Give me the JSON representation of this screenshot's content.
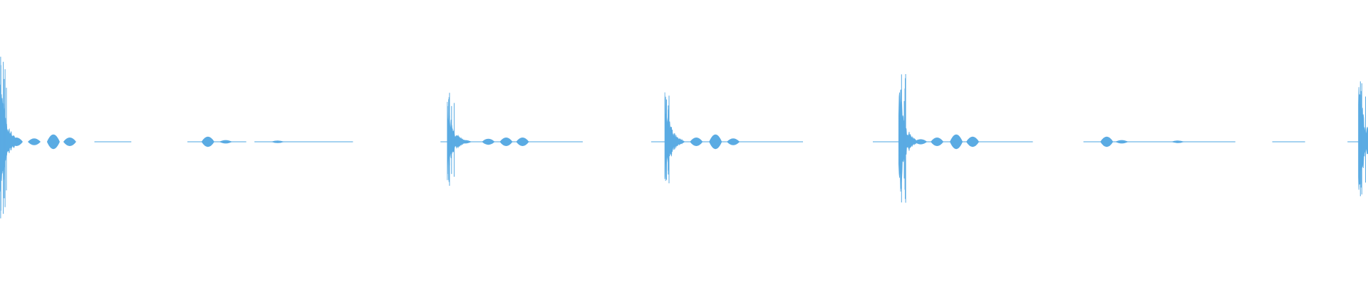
{
  "waveform": {
    "color": "#5aabe3",
    "bursts": [
      {
        "t": 0.0,
        "amp": 1.0,
        "ring": 0.6
      },
      {
        "t": 0.327,
        "amp": 0.6,
        "ring": 0.55
      },
      {
        "t": 0.486,
        "amp": 0.65,
        "ring": 0.55
      },
      {
        "t": 0.657,
        "amp": 0.88,
        "ring": 0.55
      },
      {
        "t": 0.993,
        "amp": 0.95,
        "ring": 0.4
      }
    ],
    "wavelets": [
      {
        "t": 0.012,
        "amp": 0.05
      },
      {
        "t": 0.025,
        "amp": 0.04
      },
      {
        "t": 0.039,
        "amp": 0.085
      },
      {
        "t": 0.051,
        "amp": 0.05
      },
      {
        "t": 0.152,
        "amp": 0.06
      },
      {
        "t": 0.165,
        "amp": 0.02
      },
      {
        "t": 0.203,
        "amp": 0.015
      },
      {
        "t": 0.34,
        "amp": 0.02
      },
      {
        "t": 0.357,
        "amp": 0.035
      },
      {
        "t": 0.37,
        "amp": 0.05
      },
      {
        "t": 0.382,
        "amp": 0.05
      },
      {
        "t": 0.496,
        "amp": 0.03
      },
      {
        "t": 0.509,
        "amp": 0.05
      },
      {
        "t": 0.523,
        "amp": 0.085
      },
      {
        "t": 0.536,
        "amp": 0.04
      },
      {
        "t": 0.673,
        "amp": 0.03
      },
      {
        "t": 0.685,
        "amp": 0.05
      },
      {
        "t": 0.699,
        "amp": 0.085
      },
      {
        "t": 0.711,
        "amp": 0.06
      },
      {
        "t": 0.809,
        "amp": 0.06
      },
      {
        "t": 0.82,
        "amp": 0.02
      },
      {
        "t": 0.861,
        "amp": 0.015
      }
    ],
    "segments": [
      {
        "start": 0.069,
        "end": 0.096
      },
      {
        "start": 0.137,
        "end": 0.18
      },
      {
        "start": 0.186,
        "end": 0.258
      },
      {
        "start": 0.322,
        "end": 0.426
      },
      {
        "start": 0.476,
        "end": 0.587
      },
      {
        "start": 0.638,
        "end": 0.755
      },
      {
        "start": 0.782,
        "end": 0.781
      },
      {
        "start": 0.792,
        "end": 0.903
      },
      {
        "start": 0.93,
        "end": 0.954
      },
      {
        "start": 0.985,
        "end": 0.999
      }
    ]
  }
}
